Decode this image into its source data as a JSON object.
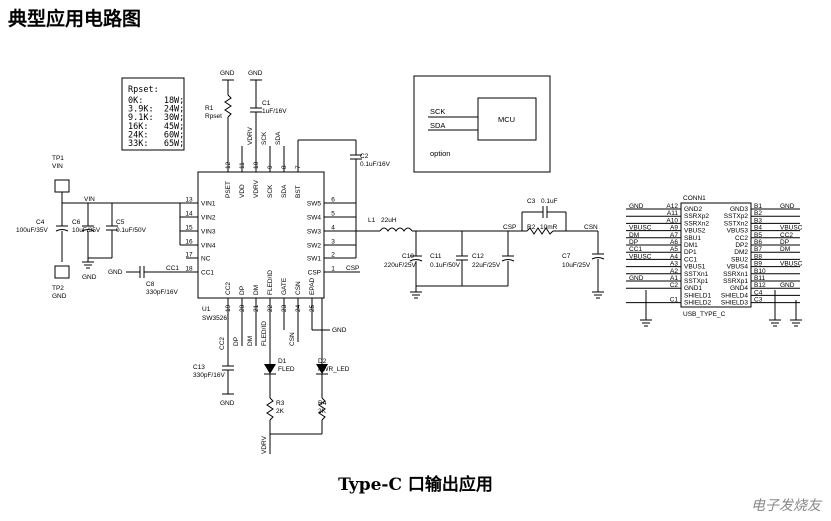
{
  "title": "典型应用电路图",
  "caption": "Type-C 口输出应用",
  "watermark": "电子发烧友",
  "rpset": {
    "header": "Rpset:",
    "rows": [
      "0K:    18W;",
      "3.9K:  24W;",
      "9.1K:  30W;",
      "16K:   45W;",
      "24K:   60W;",
      "33K:   65W;"
    ]
  },
  "mcu": {
    "label": "MCU",
    "sck": "SCK",
    "sda": "SDA",
    "option": "option"
  },
  "ic": {
    "ref": "U1",
    "part": "SW3526",
    "left_pins": [
      {
        "num": "13",
        "name": "VIN1"
      },
      {
        "num": "14",
        "name": "VIN2"
      },
      {
        "num": "15",
        "name": "VIN3"
      },
      {
        "num": "16",
        "name": "VIN4"
      },
      {
        "num": "17",
        "name": "NC"
      },
      {
        "num": "18",
        "name": "CC1"
      }
    ],
    "right_pins": [
      {
        "num": "6",
        "name": "SW5"
      },
      {
        "num": "5",
        "name": "SW4"
      },
      {
        "num": "4",
        "name": "SW3"
      },
      {
        "num": "3",
        "name": "SW2"
      },
      {
        "num": "2",
        "name": "SW1"
      },
      {
        "num": "1",
        "name": "CSP"
      }
    ],
    "top_pins": [
      {
        "num": "12",
        "name": "PSET"
      },
      {
        "num": "11",
        "name": "VDD"
      },
      {
        "num": "10",
        "name": "VDRV"
      },
      {
        "num": "9",
        "name": "SCK"
      },
      {
        "num": "8",
        "name": "SDA"
      },
      {
        "num": "7",
        "name": "BST"
      }
    ],
    "bottom_pins": [
      {
        "num": "19",
        "name": "CC2"
      },
      {
        "num": "20",
        "name": "DP"
      },
      {
        "num": "21",
        "name": "DM"
      },
      {
        "num": "22",
        "name": "FLED/ID"
      },
      {
        "num": "23",
        "name": "GATE"
      },
      {
        "num": "24",
        "name": "CSN"
      },
      {
        "num": "25",
        "name": "EPAD"
      }
    ]
  },
  "labels": {
    "gnd": "GND",
    "vin": "VIN",
    "vdrv": "VDRV",
    "sck": "SCK",
    "sda": "SDA",
    "csp": "CSP",
    "csn": "CSN",
    "cc1": "CC1",
    "cc2": "CC2",
    "dp": "DP",
    "dm": "DM",
    "fled_id": "FLED/ID",
    "vbusc": "VBUSC",
    "nc": "NC"
  },
  "components": {
    "r1": {
      "ref": "R1",
      "value": "Rpset"
    },
    "c1": {
      "ref": "C1",
      "value": "1uF/16V"
    },
    "c2": {
      "ref": "C2",
      "value": "0.1uF/16V"
    },
    "c3": {
      "ref": "C3",
      "value": "0.1uF"
    },
    "c4": {
      "ref": "C4",
      "value": "100uF/35V"
    },
    "c5": {
      "ref": "C5",
      "value": "0.1uF/50V"
    },
    "c6": {
      "ref": "C6",
      "value": "10uF/35V"
    },
    "c7": {
      "ref": "C7",
      "value": "10uF/25V"
    },
    "c8": {
      "ref": "C8",
      "value": "330pF/16V"
    },
    "c10": {
      "ref": "C10",
      "value": "220uF/25V"
    },
    "c11": {
      "ref": "C11",
      "value": "0.1uF/50V"
    },
    "c12": {
      "ref": "C12",
      "value": "22uF/25V"
    },
    "c13": {
      "ref": "C13",
      "value": "330pF/16V"
    },
    "l1": {
      "ref": "L1",
      "value": "22uH"
    },
    "r2": {
      "ref": "R2",
      "value": "10mR"
    },
    "r3": {
      "ref": "R3",
      "value": "2K"
    },
    "r4": {
      "ref": "R4",
      "value": "2K"
    },
    "d1": {
      "ref": "D1",
      "value": "FLED"
    },
    "d2": {
      "ref": "D2",
      "value": "PWR_LED"
    },
    "tp1": {
      "ref": "TP1",
      "value": "VIN"
    },
    "tp2": {
      "ref": "TP2",
      "value": "GND"
    }
  },
  "connector": {
    "ref": "CONN1",
    "part": "USB_TYPE_C",
    "rows": [
      {
        "lnet": "GND",
        "lpin": "A12",
        "lname": "GND2",
        "rname": "GND3",
        "rpin": "B1",
        "rnet": "GND"
      },
      {
        "lnet": "",
        "lpin": "A11",
        "lname": "SSRXp2",
        "rname": "SSTXp2",
        "rpin": "B2",
        "rnet": ""
      },
      {
        "lnet": "",
        "lpin": "A10",
        "lname": "SSRXn2",
        "rname": "SSTXn2",
        "rpin": "B3",
        "rnet": ""
      },
      {
        "lnet": "VBUSC",
        "lpin": "A9",
        "lname": "VBUS2",
        "rname": "VBUS3",
        "rpin": "B4",
        "rnet": "VBUSC"
      },
      {
        "lnet": "DM",
        "lpin": "A7",
        "lname": "SBU1",
        "rname": "CC2",
        "rpin": "B5",
        "rnet": "CC2"
      },
      {
        "lnet": "DP",
        "lpin": "A6",
        "lname": "DM1",
        "rname": "DP2",
        "rpin": "B6",
        "rnet": "DP"
      },
      {
        "lnet": "CC1",
        "lpin": "A5",
        "lname": "DP1",
        "rname": "DM2",
        "rpin": "B7",
        "rnet": "DM"
      },
      {
        "lnet": "VBUSC",
        "lpin": "A4",
        "lname": "CC1",
        "rname": "SBU2",
        "rpin": "B8",
        "rnet": ""
      },
      {
        "lnet": "",
        "lpin": "A3",
        "lname": "VBUS1",
        "rname": "VBUS4",
        "rpin": "B9",
        "rnet": "VBUSC"
      },
      {
        "lnet": "",
        "lpin": "A2",
        "lname": "SSTXn1",
        "rname": "SSRXn1",
        "rpin": "B10",
        "rnet": ""
      },
      {
        "lnet": "GND",
        "lpin": "A1",
        "lname": "SSTXp1",
        "rname": "SSRXp1",
        "rpin": "B11",
        "rnet": ""
      },
      {
        "lnet": "",
        "lpin": "C2",
        "lname": "GND1",
        "rname": "GND4",
        "rpin": "B12",
        "rnet": "GND"
      },
      {
        "lnet": "",
        "lpin": "",
        "lname": "SHIELD1",
        "rname": "SHIELD4",
        "rpin": "C4",
        "rnet": ""
      },
      {
        "lnet": "",
        "lpin": "C1",
        "lname": "SHIELD2",
        "rname": "SHIELD3",
        "rpin": "C3",
        "rnet": ""
      }
    ]
  }
}
